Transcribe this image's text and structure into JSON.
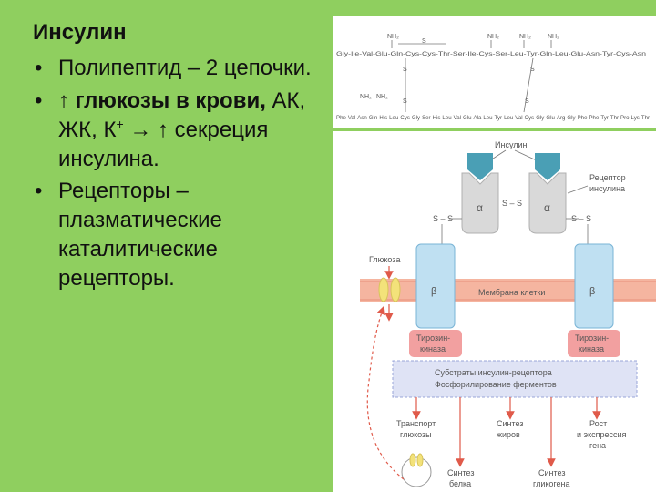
{
  "slide": {
    "title": "Инсулин",
    "bullets": [
      {
        "parts": [
          "Полипептид – 2 цепочки."
        ]
      },
      {
        "bold": "↑ глюкозы в крови,",
        "rest_pre": " АК, ЖК, К",
        "sup": "+",
        "rest_post": " → ↑ секреция инсулина."
      },
      {
        "parts": [
          "Рецепторы – плазматические каталитические рецепторы."
        ]
      }
    ]
  },
  "diagram": {
    "chain_a": "Gly-Ile-Val-Glu-Gln-Cys-Cys-Thr-Ser-Ile-Cys-Ser-Leu-Tyr-Gln-Leu-Glu-Asn-Tyr-Cys-Asn",
    "chain_b": "Phe-Val-Asn-Gln-His-Leu-Cys-Gly-Ser-His-Leu-Val-Glu-Ala-Leu-Tyr-Leu-Val-Cys-Gly-Glu-Arg-Gly-Phe-Phe-Tyr-Thr-Pro-Lys-Thr",
    "nh2": "NH₂",
    "s": "S",
    "insulin": "Инсулин",
    "receptor": "Рецептор инсулина",
    "receptor_line1": "Рецептор",
    "receptor_line2": "инсулина",
    "alpha": "α",
    "beta": "β",
    "ss_bridge": "S – S",
    "glucose": "Глюкоза",
    "membrane": "Мембрана клетки",
    "tyrosine_kinase_line1": "Тирозин-",
    "tyrosine_kinase_line2": "киназа",
    "substrates_line1": "Субстраты инсулин-рецептора",
    "substrates_line2": "Фосфорилирование ферментов",
    "out_transport_1": "Транспорт",
    "out_transport_2": "глюкозы",
    "out_fat_1": "Синтез",
    "out_fat_2": "жиров",
    "out_growth_1": "Рост",
    "out_growth_2": "и экспрессия",
    "out_growth_3": "гена",
    "out_protein_1": "Синтез",
    "out_protein_2": "белка",
    "out_glycogen_1": "Синтез",
    "out_glycogen_2": "гликогена",
    "colors": {
      "background": "#8fcf5f",
      "receptor_fill": "#bfe0f2",
      "receptor_stroke": "#7ab4d6",
      "insulin_fill": "#4a9fb5",
      "alpha_fill": "#d9d9d9",
      "membrane": "#f5b5a0",
      "kinase": "#f2a0a0",
      "substrate_box": "#dfe3f5",
      "arrow": "#e05a4a",
      "glucose_yellow": "#f3e27a"
    }
  }
}
